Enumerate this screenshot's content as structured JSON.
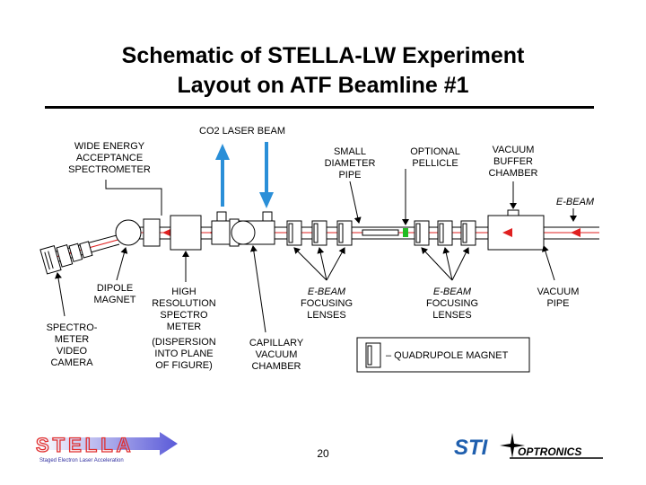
{
  "title": {
    "line1": "Schematic of STELLA-LW Experiment",
    "line2": "Layout on ATF Beamline #1"
  },
  "labels": {
    "co2_laser_beam": "CO2 LASER BEAM",
    "wide_energy_1": "WIDE ENERGY",
    "wide_energy_2": "ACCEPTANCE",
    "wide_energy_3": "SPECTROMETER",
    "small_pipe_1": "SMALL",
    "small_pipe_2": "DIAMETER",
    "small_pipe_3": "PIPE",
    "pellicle_1": "OPTIONAL",
    "pellicle_2": "PELLICLE",
    "vacuum_buffer_1": "VACUUM",
    "vacuum_buffer_2": "BUFFER",
    "vacuum_buffer_3": "CHAMBER",
    "e_beam": "E-BEAM",
    "dipole_1": "DIPOLE",
    "dipole_2": "MAGNET",
    "high_res_1": "HIGH",
    "high_res_2": "RESOLUTION",
    "high_res_3": "SPECTRO",
    "high_res_4": "METER",
    "high_res_5": "(DISPERSION",
    "high_res_6": "INTO PLANE",
    "high_res_7": "OF FIGURE)",
    "focus_a_1": "E-BEAM",
    "focus_a_2": "FOCUSING",
    "focus_a_3": "LENSES",
    "focus_b_1": "E-BEAM",
    "focus_b_2": "FOCUSING",
    "focus_b_3": "LENSES",
    "vacuum_pipe_1": "VACUUM",
    "vacuum_pipe_2": "PIPE",
    "camera_1": "SPECTRO-",
    "camera_2": "METER",
    "camera_3": "VIDEO",
    "camera_4": "CAMERA",
    "capillary_1": "CAPILLARY",
    "capillary_2": "VACUUM",
    "capillary_3": "CHAMBER",
    "legend_quad": "– QUADRUPOLE MAGNET"
  },
  "footer": {
    "stella_logo_text": "STELLA",
    "stella_logo_subtitle": "Staged Electron Laser Acceleration",
    "page_number": "20",
    "sti_logo_text": "STI",
    "sti_logo_subtitle": "OPTRONICS"
  },
  "colors": {
    "laser_arrow": "#2a8fd8",
    "beam_arrow": "#e02020",
    "pellicle_marker": "#22bb22",
    "stella_red": "#e03030",
    "stella_blue": "#3030a0",
    "sti_blue": "#1f5fae"
  }
}
